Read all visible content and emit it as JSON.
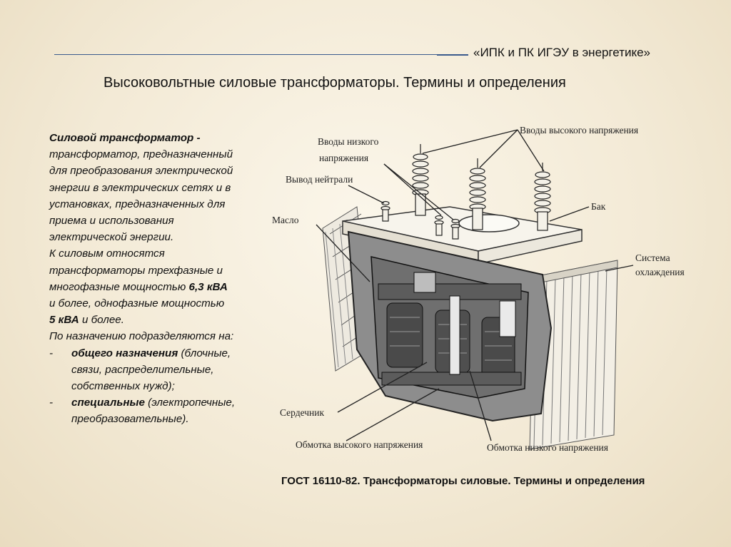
{
  "header": {
    "org": "«ИПК и ПК ИГЭУ в энергетике»",
    "title": "Высоковольтные  силовые трансформаторы. Термины и определения"
  },
  "definition": {
    "term": "Силовой трансформатор -",
    "lines": [
      "трансформатор, предназначенный",
      "для преобразования электрической",
      "энергии в электрических сетях и в",
      "установках, предназначенных для",
      "приема и использования",
      "электрической энергии."
    ],
    "note": {
      "l1": "К силовым относятся",
      "l2": "трансформаторы трехфазные и",
      "l3a": "многофазные мощностью ",
      "l3b": "6,3 кВА",
      "l4": "и более, однофазные мощностью",
      "l5a": "5 кВА",
      "l5b": " и более."
    },
    "purpose_intro": "По назначению подразделяются на:",
    "items": [
      {
        "dash": "-",
        "bold": "общего назначения",
        "rest1": " (блочные,",
        "rest2": "связи, распределительные,",
        "rest3": "собственных нужд);"
      },
      {
        "dash": "-",
        "bold": "специальные",
        "rest1": " (электропечные,",
        "rest2": "преобразовательные)."
      }
    ]
  },
  "figure": {
    "labels": {
      "hv_bushings": "Вводы высокого напряжения",
      "lv_bushings_1": "Вводы низкого",
      "lv_bushings_2": "напряжения",
      "neutral": "Вывод нейтрали",
      "oil": "Масло",
      "tank": "Бак",
      "cooling_1": "Система",
      "cooling_2": "охлаждения",
      "core": "Сердечник",
      "hv_winding": "Обмотка высокого напряжения",
      "lv_winding": "Обмотка низкого напряжения"
    }
  },
  "footer": {
    "gost": "ГОСТ 16110-82. Трансформаторы силовые. Термины и определения"
  }
}
